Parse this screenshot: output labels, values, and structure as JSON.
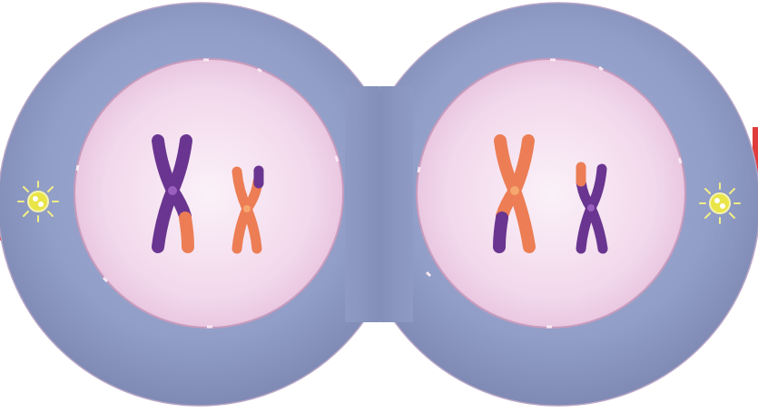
{
  "illustration": {
    "cells": [
      {
        "id": "left",
        "centrosome": {
          "icon": "centrosome-icon"
        },
        "chromosomes": [
          {
            "size": "large",
            "pattern": "purple-with-orange-tip"
          },
          {
            "size": "small",
            "pattern": "orange-with-purple-tip"
          }
        ]
      },
      {
        "id": "right",
        "centrosome": {
          "icon": "centrosome-icon"
        },
        "chromosomes": [
          {
            "size": "large",
            "pattern": "orange-with-purple-tip"
          },
          {
            "size": "small",
            "pattern": "purple-with-orange-tip"
          }
        ]
      }
    ],
    "colors": {
      "cytoplasm": "#8f9cc4",
      "cytoplasm_dark": "#7d88b2",
      "nucleus": "#f5dff0",
      "nucleus_edge": "#d6a9cc",
      "purple": "#6a3590",
      "orange": "#ec7d55",
      "centrosome": "#e9e547",
      "edge_red": "#e03c3c"
    }
  }
}
